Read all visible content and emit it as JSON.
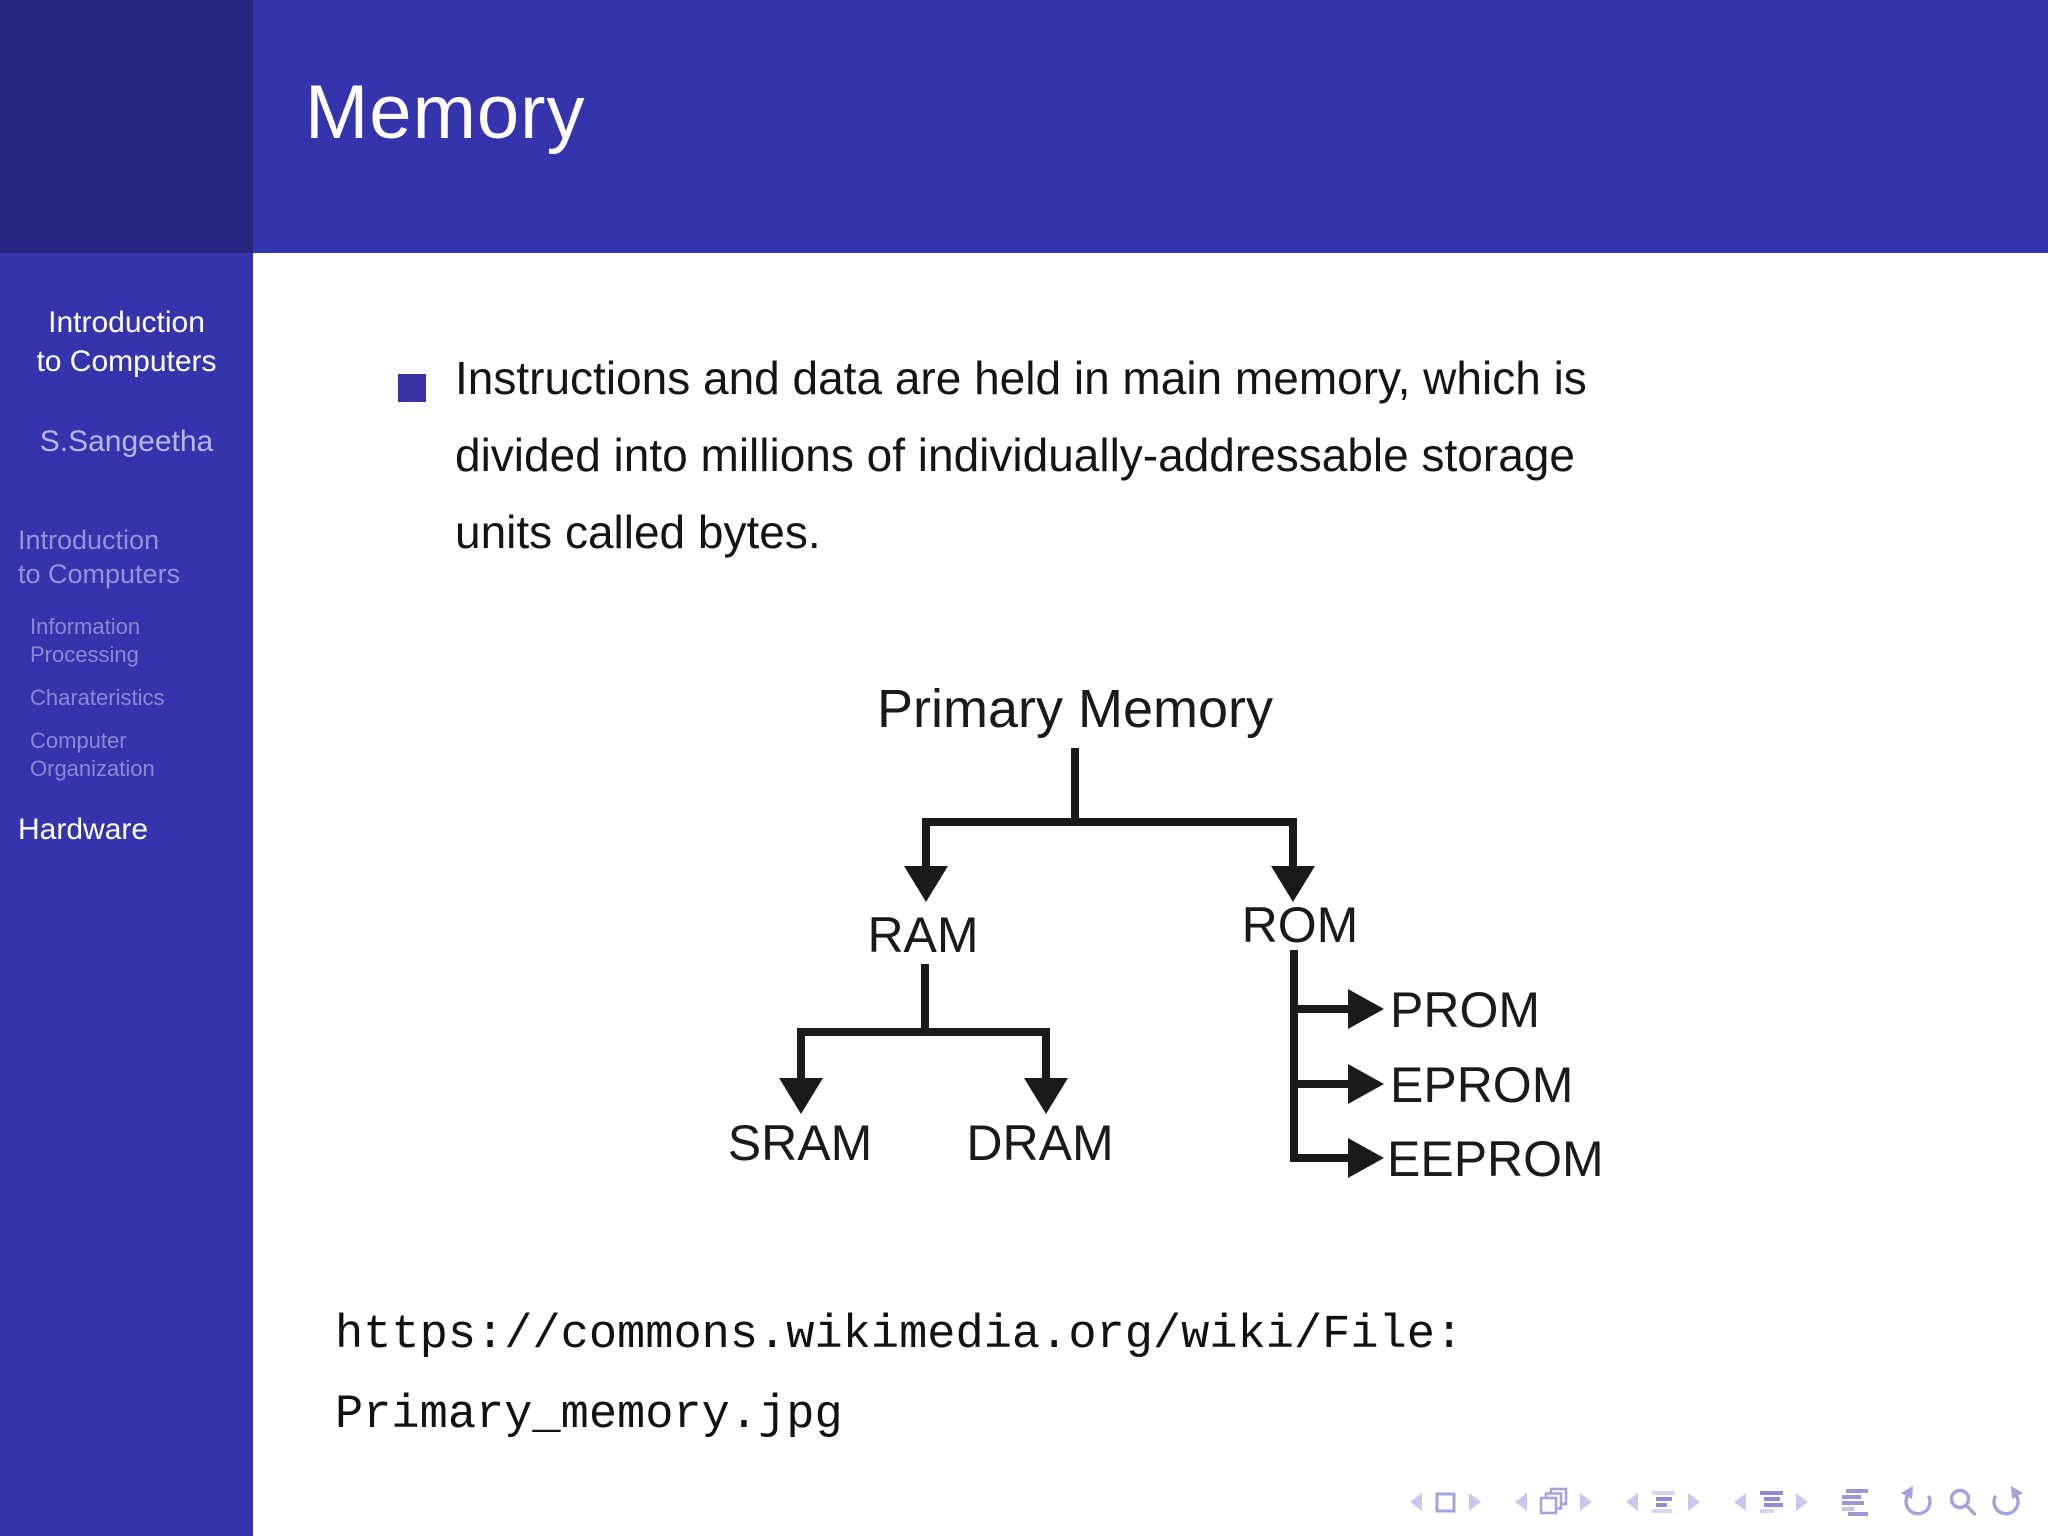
{
  "slide": {
    "title": "Memory"
  },
  "sidebar": {
    "doc_title": "Introduction\nto Computers",
    "author": "S.Sangeetha",
    "toc": [
      {
        "label": "Introduction\nto Computers",
        "level": "section",
        "active": false
      },
      {
        "label": "Information\nProcessing",
        "level": "subsection",
        "active": false
      },
      {
        "label": "Charateristics",
        "level": "subsection",
        "active": false
      },
      {
        "label": "Computer\nOrganization",
        "level": "subsection",
        "active": false
      },
      {
        "label": "Hardware",
        "level": "section",
        "active": true
      }
    ]
  },
  "content": {
    "bullet_text": "Instructions and data are held in main memory, which is\ndivided into millions of individually-addressable storage\nunits called bytes.",
    "source_url": "https://commons.wikimedia.org/wiki/File:\nPrimary_memory.jpg"
  },
  "diagram": {
    "type": "tree",
    "root": "Primary Memory",
    "children_of_root": [
      "RAM",
      "ROM"
    ],
    "children_of_ram": [
      "SRAM",
      "DRAM"
    ],
    "children_of_rom": [
      "PROM",
      "EPROM",
      "EEPROM"
    ],
    "labels": {
      "root": "Primary Memory",
      "ram": "RAM",
      "rom": "ROM",
      "sram": "SRAM",
      "dram": "DRAM",
      "prom": "PROM",
      "eprom": "EPROM",
      "eeprom": "EEPROM"
    }
  },
  "footer_nav": {
    "icons": [
      "prev-slide-icon",
      "slide-icon",
      "next-slide-icon",
      "prev-frame-icon",
      "frame-stack-icon",
      "next-frame-icon",
      "prev-section-icon",
      "section-toc-icon",
      "next-section-icon",
      "prev-subsection-icon",
      "subsection-toc-icon",
      "next-subsection-icon",
      "document-toc-icon",
      "undo-navigation-icon",
      "search-icon",
      "redo-navigation-icon"
    ]
  },
  "colors": {
    "corner": "#29247f",
    "bars": "#3634ac",
    "bullet": "#3b33a6",
    "sidebar_inactive": "#9391d8",
    "sidebar_subsection": "#8a88d0",
    "nav_symbols": "#a3a2dc",
    "text": "#141414"
  }
}
